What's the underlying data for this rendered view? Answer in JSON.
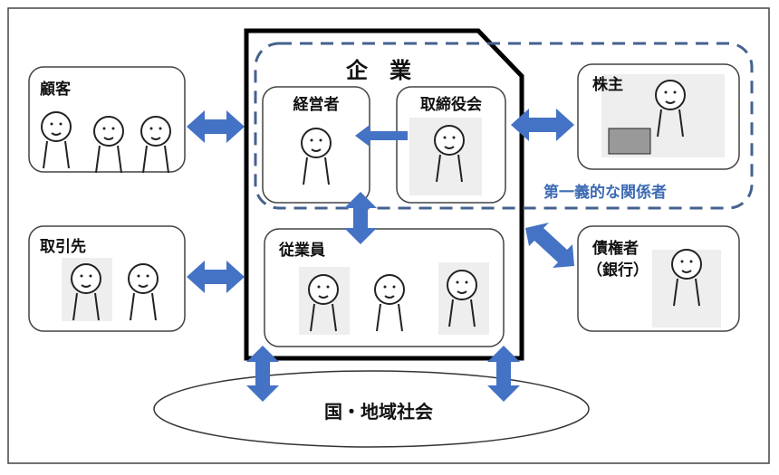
{
  "diagram": {
    "company_title": "企　業",
    "primary_group_label": "第一義的な関係者",
    "community_label": "国・地域社会",
    "colors": {
      "arrow": "#4472c4",
      "dash": "#44628e",
      "primary_label": "#3d6bb3"
    },
    "nodes": {
      "customer": "顧客",
      "supplier": "取引先",
      "management": "経営者",
      "board": "取締役会",
      "employees": "従業員",
      "shareholders": "株主",
      "creditor_line1": "債権者",
      "creditor_line2": "（銀行）"
    }
  }
}
